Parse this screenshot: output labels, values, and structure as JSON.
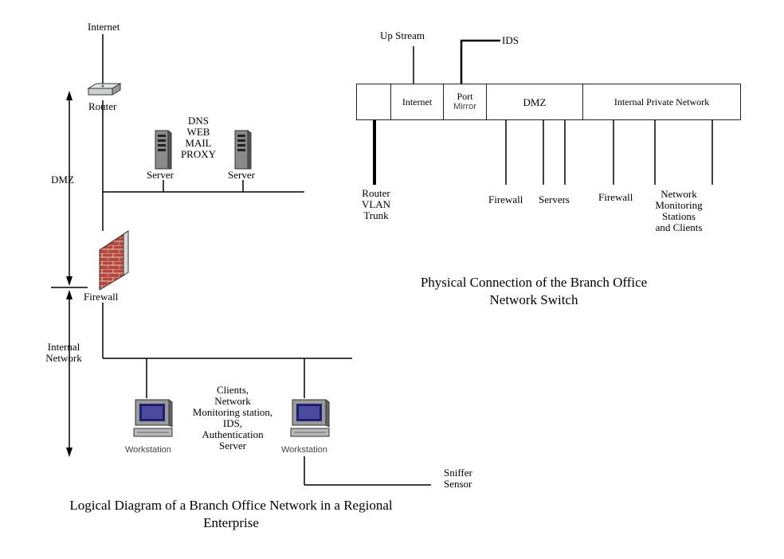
{
  "logical": {
    "internet": "Internet",
    "router": "Router",
    "dmz": "DMZ",
    "services": [
      "DNS",
      "WEB",
      "MAIL",
      "PROXY"
    ],
    "server1": "Server",
    "server2": "Server",
    "firewall": "Firewall",
    "internal_network": [
      "Internal",
      "Network"
    ],
    "center_text": [
      "Clients,",
      "Network",
      "Monitoring station,",
      "IDS,",
      "Authentication",
      "Server"
    ],
    "workstation1": "Workstation",
    "workstation2": "Workstation",
    "sniffer": [
      "Sniffer",
      "Sensor"
    ],
    "caption": [
      "Logical Diagram of a Branch Office Network in a Regional",
      "Enterprise"
    ]
  },
  "physical": {
    "upstream": "Up Stream",
    "ids": "IDS",
    "cells": [
      "",
      "Internet",
      "Port",
      "Mirror",
      "DMZ",
      "Internal Private Network"
    ],
    "router_vlan": [
      "Router",
      "VLAN",
      "Trunk"
    ],
    "firewall1": "Firewall",
    "servers": "Servers",
    "firewall2": "Firewall",
    "network_monitoring": [
      "Network",
      "Monitoring",
      "Stations",
      "and Clients"
    ],
    "caption": [
      "Physical Connection of the Branch Office",
      "Network Switch"
    ]
  }
}
